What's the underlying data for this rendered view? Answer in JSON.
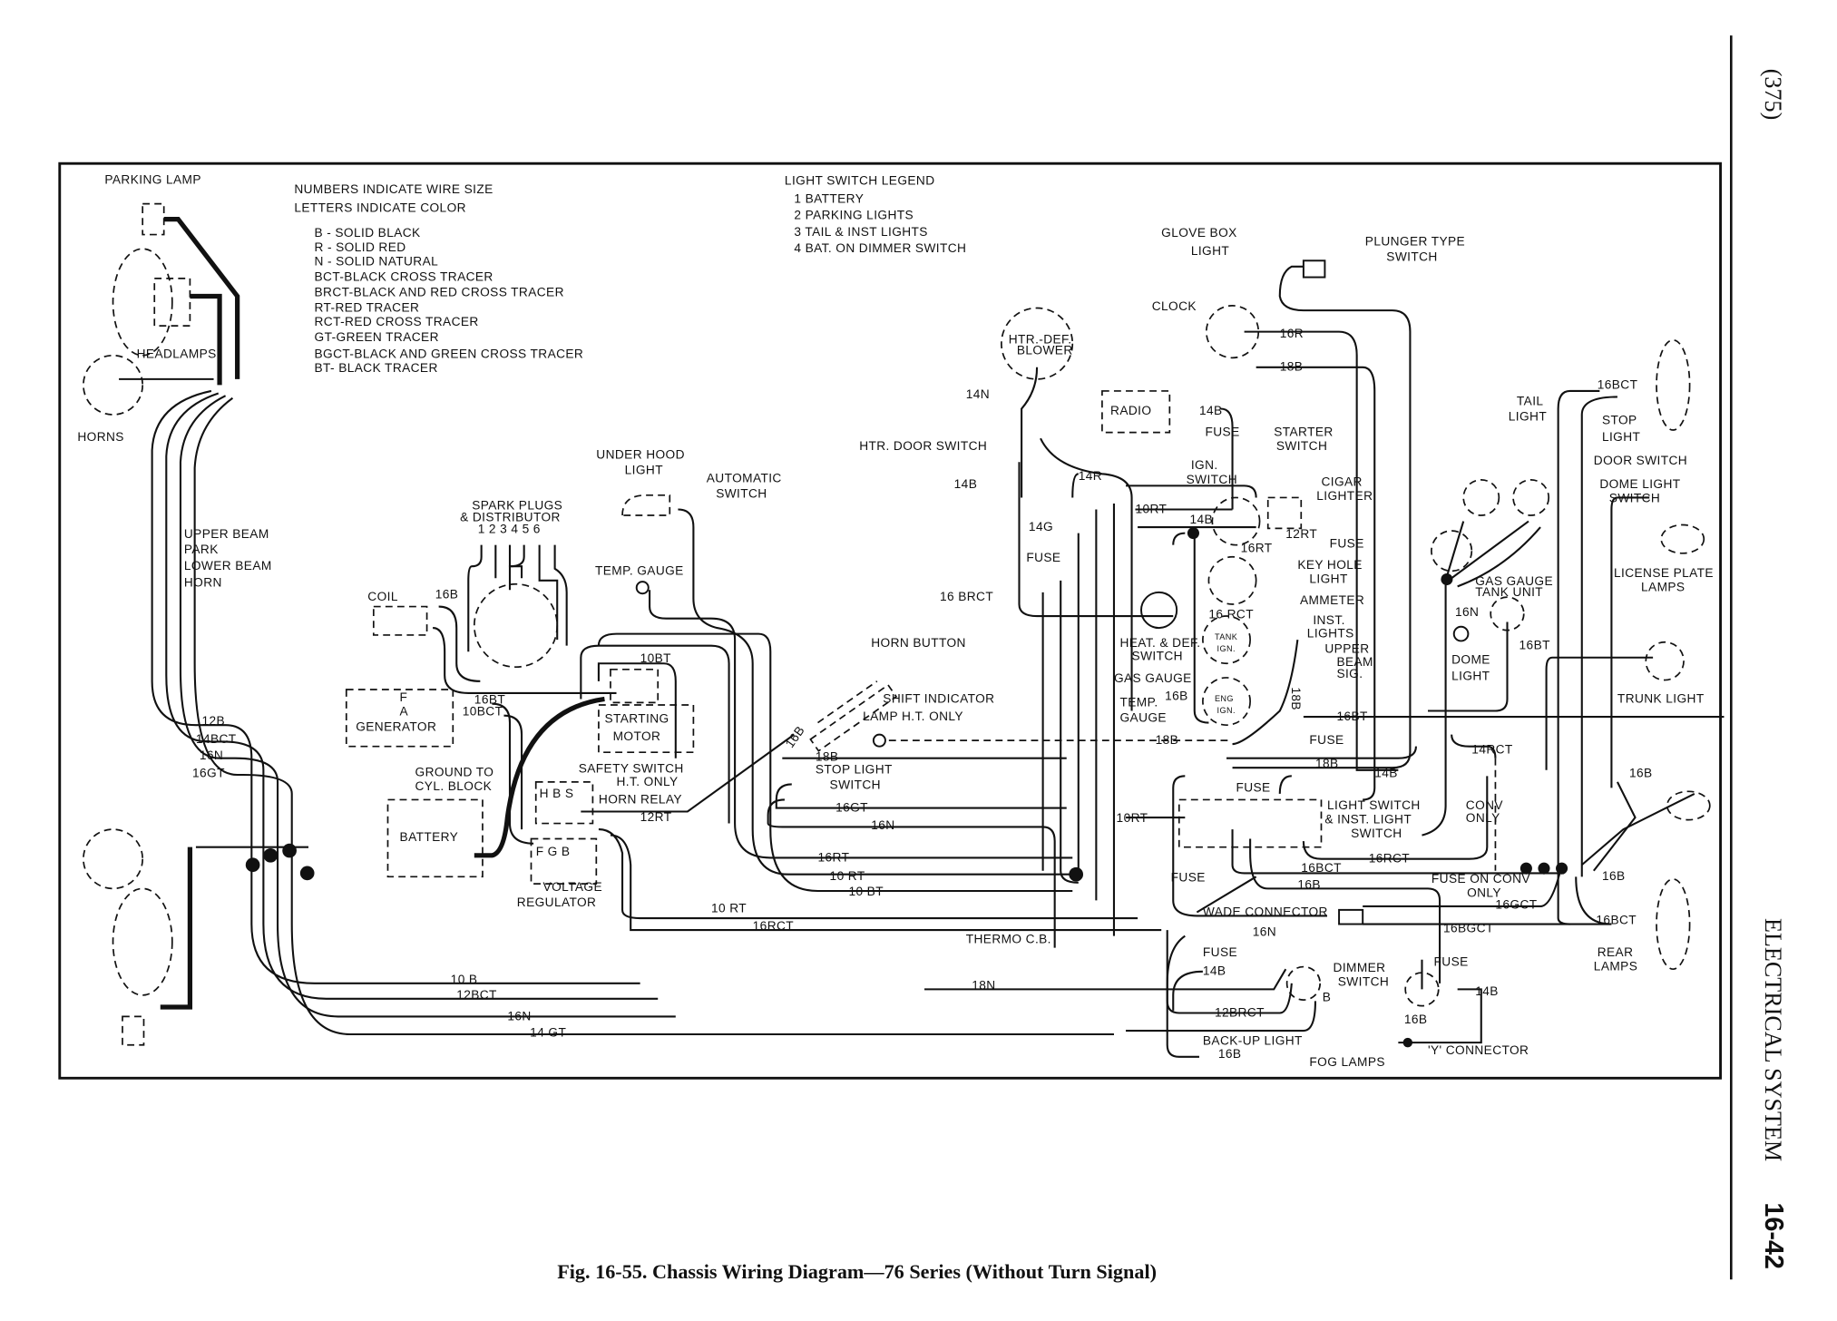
{
  "page": {
    "page_number": "(375)",
    "section_title": "ELECTRICAL SYSTEM",
    "section_number": "16-42",
    "caption": "Fig. 16-55.  Chassis Wiring Diagram—76 Series (Without Turn Signal)"
  },
  "color_legend": {
    "line1": "NUMBERS  INDICATE  WIRE  SIZE",
    "line2": "LETTERS  INDICATE  COLOR",
    "items": [
      "B - SOLID  BLACK",
      "R - SOLID  RED",
      "N - SOLID  NATURAL",
      "BCT-BLACK CROSS  TRACER",
      "BRCT-BLACK AND RED CROSS TRACER",
      "RT-RED  TRACER",
      "RCT-RED  CROSS  TRACER",
      "GT-GREEN  TRACER",
      "BGCT-BLACK AND GREEN CROSS  TRACER",
      "BT- BLACK  TRACER"
    ]
  },
  "light_switch_legend": {
    "title": "LIGHT  SWITCH  LEGEND",
    "items": [
      "1  BATTERY",
      "2  PARKING  LIGHTS",
      "3  TAIL & INST  LIGHTS",
      "4  BAT. ON  DIMMER  SWITCH"
    ]
  },
  "labels": [
    "PARKING LAMP",
    "HEADLAMPS",
    "HORNS",
    "UPPER  BEAM",
    "PARK",
    "LOWER  BEAM",
    "HORN",
    "12B",
    "14BCT",
    "16N",
    "16GT",
    "10 B",
    "12BCT",
    "16N",
    "14 GT",
    "UNDER HOOD",
    "LIGHT",
    "AUTOMATIC",
    "SWITCH",
    "SPARK PLUGS",
    "& DISTRIBUTOR",
    "1 2 3 4 5 6",
    "TEMP. GAUGE",
    "COIL",
    "16B",
    "10BT",
    "F",
    "A",
    "GENERATOR",
    "16BT",
    "10BCT",
    "STARTING",
    "MOTOR",
    "GROUND  TO",
    "CYL. BLOCK",
    "SAFETY SWITCH",
    "H.T. ONLY",
    "H  B  S",
    "HORN RELAY",
    "BATTERY",
    "12RT",
    "F  G  B",
    "VOLTAGE",
    "REGULATOR",
    "10 RT",
    "16RCT",
    "HORN  BUTTON",
    "SHIFT INDICATOR",
    "LAMP  H.T.  ONLY",
    "16B",
    "18B",
    "STOP LIGHT",
    "SWITCH",
    "16GT",
    "16N",
    "16RT",
    "10 RT",
    "10 BT",
    "HTR.-DEF.",
    "BLOWER",
    "14N",
    "HTR. DOOR SWITCH",
    "14B",
    "14G",
    "FUSE",
    "16 BRCT",
    "14R",
    "GLOVE BOX",
    "LIGHT",
    "PLUNGER  TYPE",
    "SWITCH",
    "CLOCK",
    "16R",
    "18B",
    "RADIO",
    "14B",
    "FUSE",
    "STARTER",
    "SWITCH",
    "IGN.",
    "SWITCH",
    "CIGAR",
    "LIGHTER",
    "10RT",
    "14B",
    "12RT",
    "FUSE",
    "16RT",
    "KEY HOLE",
    "LIGHT",
    "AMMETER",
    "16 RCT",
    "INST.",
    "LIGHTS",
    "HEAT. & DEF.",
    "SWITCH",
    "UPPER",
    "BEAM",
    "SIG.",
    "GAS GAUGE",
    "16B",
    "18B",
    "TEMP.",
    "GAUGE",
    "16BT",
    "18B",
    "FUSE",
    "18B",
    "14B",
    "FUSE",
    "LIGHT  SWITCH",
    "& INST. LIGHT",
    "SWITCH",
    "10RT",
    "16RCT",
    "16BCT",
    "FUSE",
    "16B",
    "WADE  CONNECTOR",
    "16N",
    "THERMO C.B.",
    "FUSE",
    "14B",
    "DIMMER",
    "SWITCH",
    "18N",
    "12BRCT",
    "B",
    "FUSE",
    "14B",
    "16B",
    "BACK-UP  LIGHT",
    "16B",
    "'Y' CONNECTOR",
    "FOG LAMPS",
    "TAIL",
    "LIGHT",
    "16BCT",
    "STOP",
    "LIGHT",
    "DOOR  SWITCH",
    "DOME  LIGHT",
    "SWITCH",
    "LICENSE PLATE",
    "LAMPS",
    "GAS GAUGE",
    "TANK UNIT",
    "16N",
    "16BT",
    "DOME",
    "LIGHT",
    "TRUNK  LIGHT",
    "14RCT",
    "CONV",
    "ONLY",
    "16B",
    "FUSE ON CONV",
    "ONLY",
    "16B",
    "16GCT",
    "16BCT",
    "16BGCT",
    "REAR",
    "LAMPS",
    "TANK",
    "IGN.",
    "ENG",
    "IGN."
  ]
}
